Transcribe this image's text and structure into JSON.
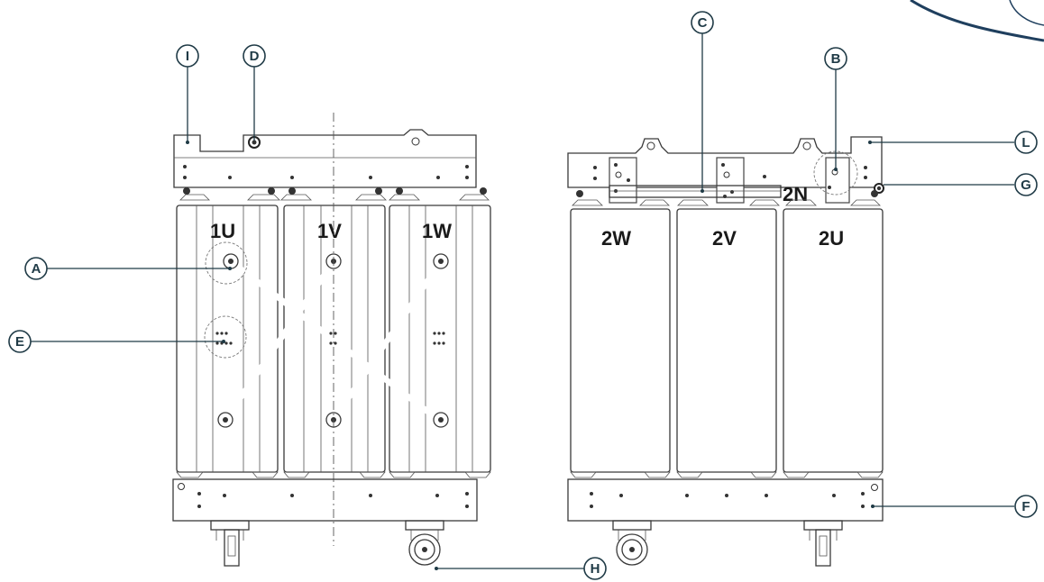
{
  "coil_labels": {
    "left": [
      "1U",
      "1V",
      "1W"
    ],
    "right": [
      "2W",
      "2V",
      "2U"
    ],
    "neutral": "2N"
  },
  "callouts": [
    "A",
    "B",
    "C",
    "D",
    "E",
    "F",
    "G",
    "H",
    "I",
    "L"
  ],
  "colors": {
    "callout": "#1f3a46",
    "line": "#3a3a3a",
    "swoosh": "#1f3f5e"
  }
}
